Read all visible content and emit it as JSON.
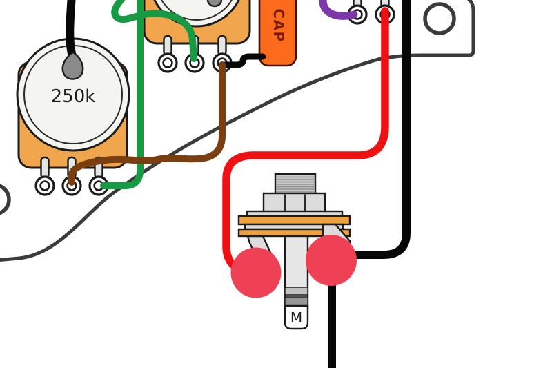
{
  "diagram": {
    "type": "guitar wiring diagram (partial view)",
    "labels": {
      "pot_value": "250k",
      "capacitor": "CAP",
      "jack_marking": "M"
    },
    "components": {
      "pot_left": "250k potentiometer",
      "pot_top": "potentiometer (cropped at top)",
      "pot_top_right_lugs": "potentiometer lugs (cropped at top)",
      "capacitor": "tone capacitor",
      "output_jack": "mono output jack",
      "solder_joints": "solder joints on jack lugs",
      "pickguard": "pickguard / plate outline with mounting holes"
    },
    "wires": {
      "black": "ground / shaft wire",
      "red": "hot wire to jack tip lug",
      "green": "signal wire between pots",
      "brown": "wire from capacitor lug to 250k pot middle lug",
      "purple": "wire to upper pot lug"
    }
  },
  "colors": {
    "pot_body": "#f1a64d",
    "pot_face": "#f4f4f1",
    "pointer_gray": "#8a8a8a",
    "stem_gray": "#e6e6e4",
    "washer_orange": "#eda23d",
    "capacitor_body": "#fb6b1b",
    "capacitor_text": "#7c1a02",
    "wire_black": "#070707",
    "wire_red": "#ee1113",
    "wire_green": "#189a45",
    "wire_brown": "#7a3f10",
    "wire_purple": "#7c37a8",
    "solder": "#ef4156",
    "outline_gray": "#3b3b3b",
    "metal_light": "#dcdcdc",
    "metal_mid": "#c7c7c7",
    "shaft_gray": "#e6e6e6",
    "band_light": "#c2c2c2",
    "band_dark": "#979797"
  }
}
